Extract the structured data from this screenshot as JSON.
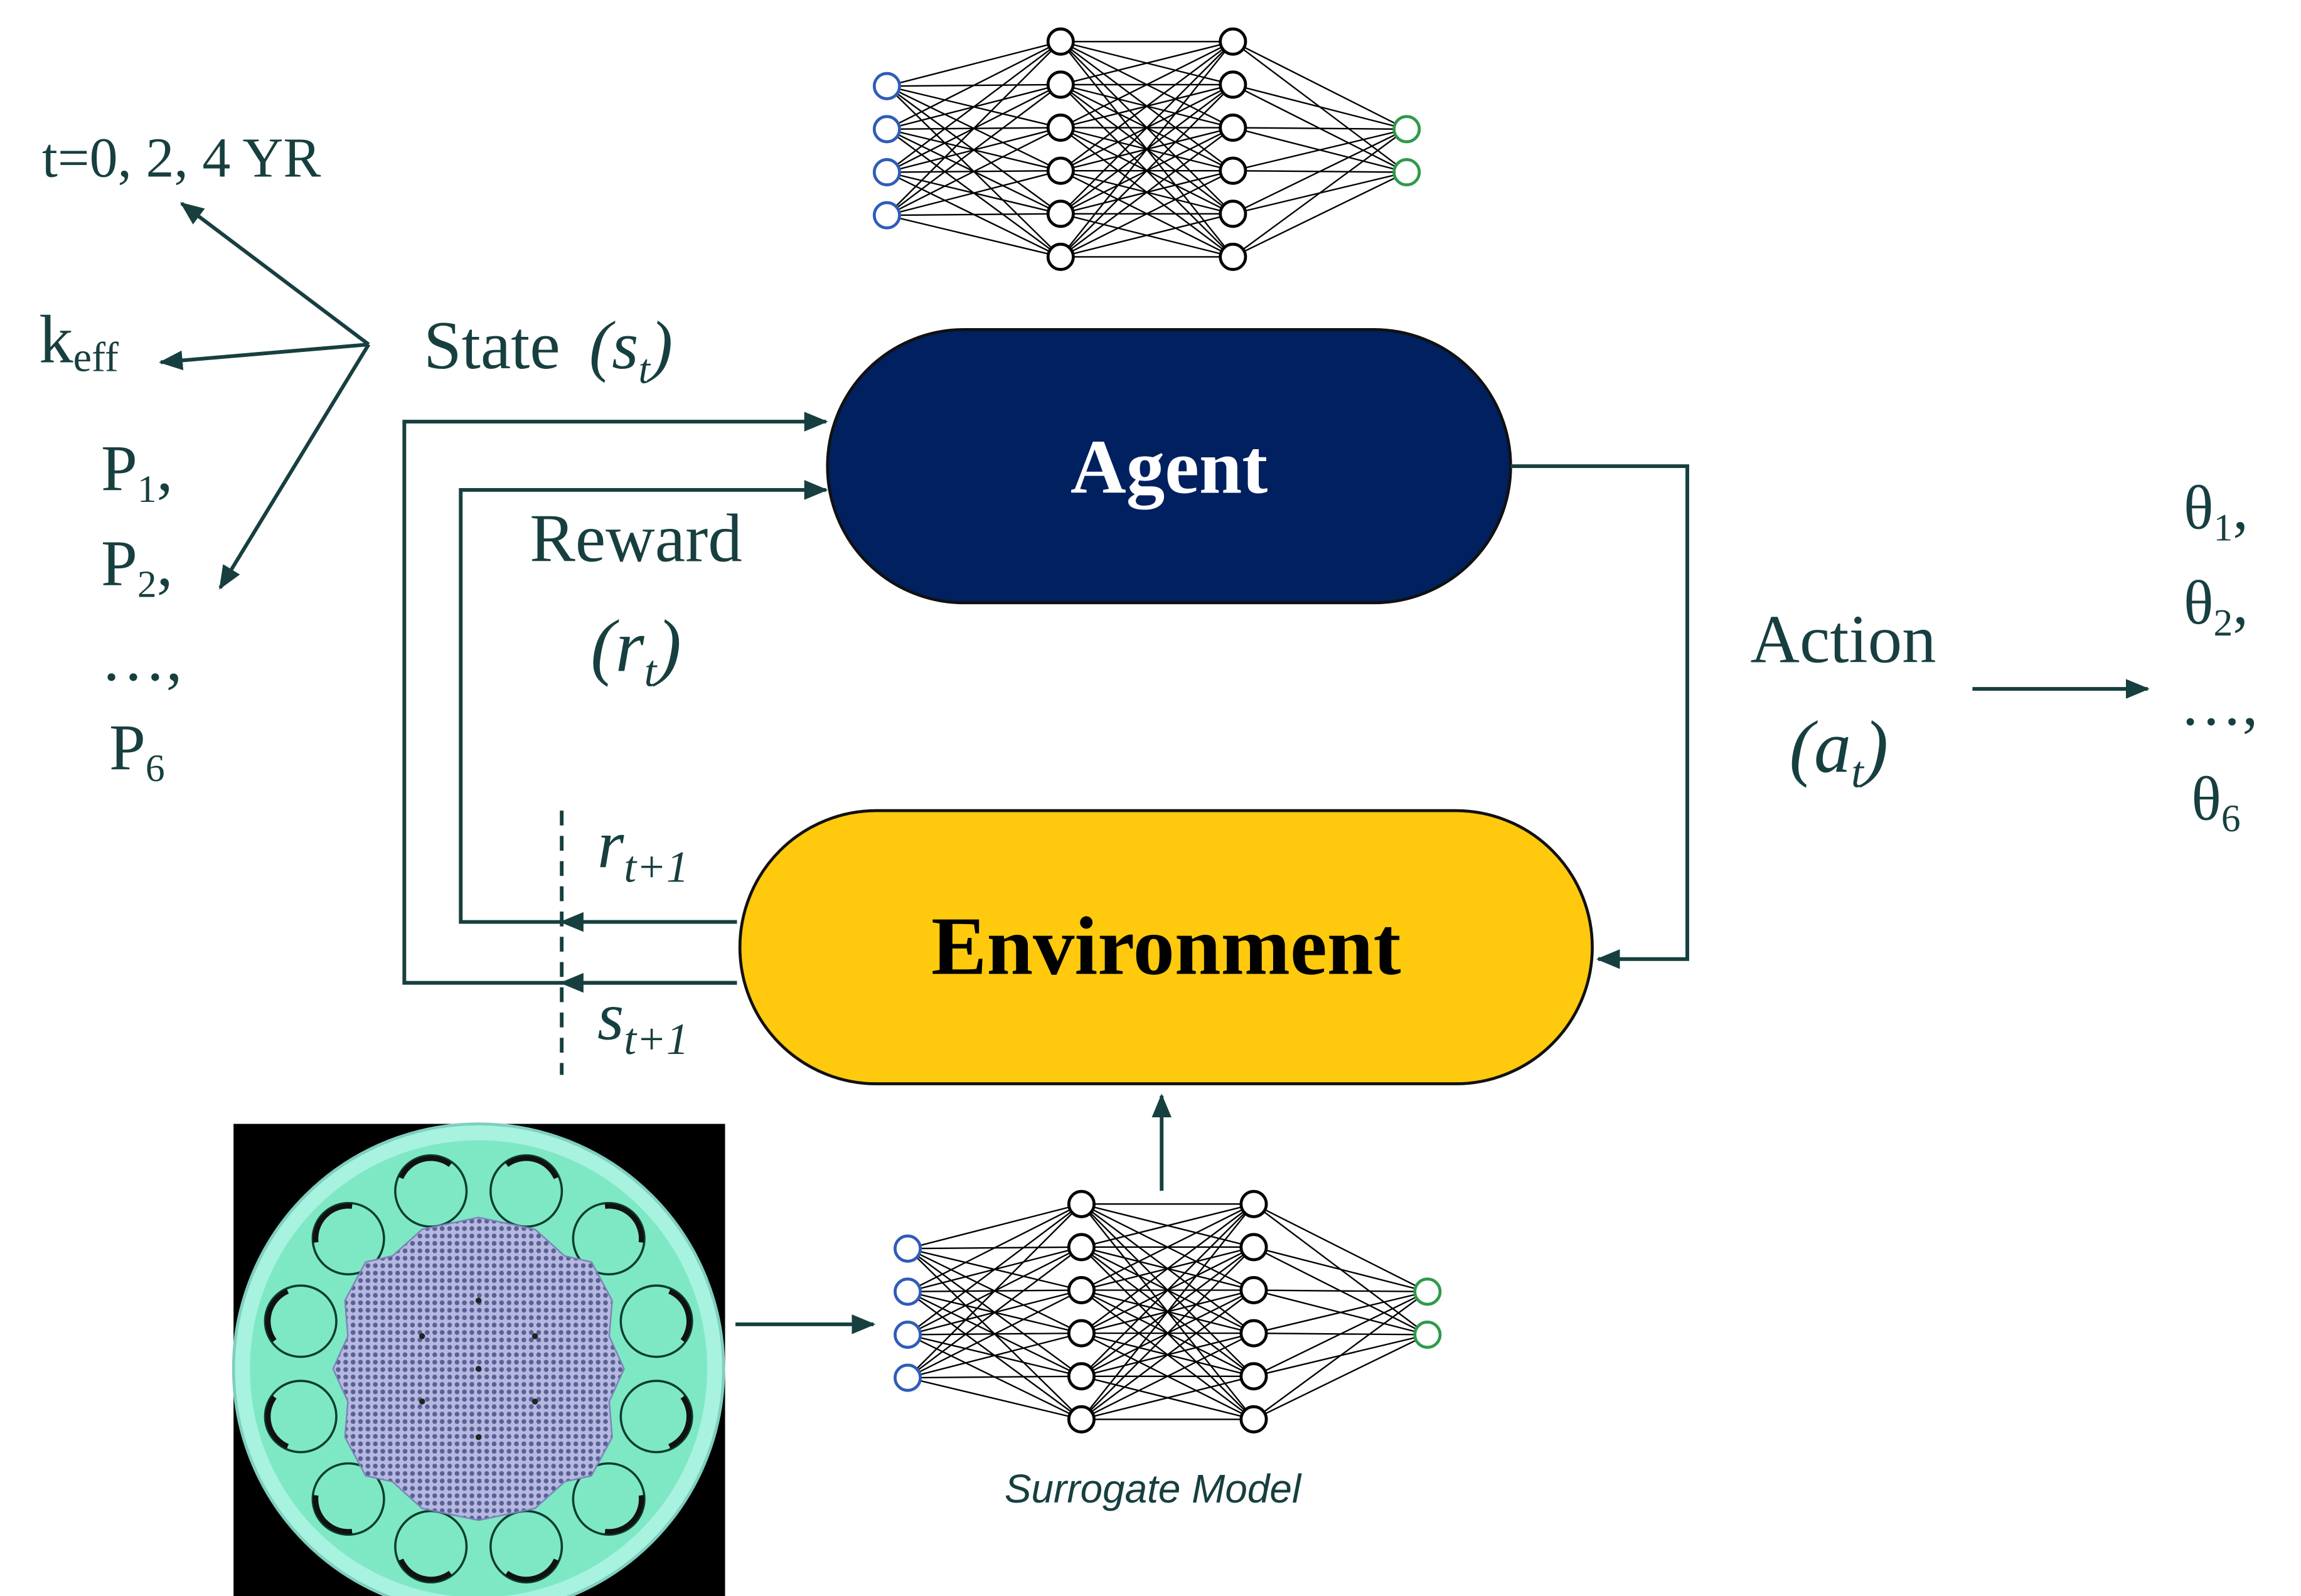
{
  "agent": {
    "label": "Agent",
    "fill": "#002060",
    "text_color": "#ffffff"
  },
  "environment": {
    "label": "Environment",
    "fill": "#ffc90e",
    "text_color": "#000000"
  },
  "state": {
    "label": "State",
    "symbol_base": "s",
    "symbol_sub": "t"
  },
  "reward": {
    "label": "Reward",
    "symbol_base": "r",
    "symbol_sub": "t"
  },
  "action": {
    "label": "Action",
    "symbol_base": "a",
    "symbol_sub": "t"
  },
  "next_reward": {
    "base": "r",
    "sub": "t+1"
  },
  "next_state": {
    "base": "s",
    "sub": "t+1"
  },
  "state_components": {
    "time": "t=0, 2, 4 YR",
    "keff_base": "k",
    "keff_sub": "eff",
    "powers": [
      {
        "base": "P",
        "sub": "1",
        "suffix": ","
      },
      {
        "base": "P",
        "sub": "2",
        "suffix": ","
      },
      {
        "base": "…,",
        "sub": "",
        "suffix": ""
      },
      {
        "base": "P",
        "sub": "6",
        "suffix": ""
      }
    ]
  },
  "action_components": [
    {
      "base": "θ",
      "sub": "1",
      "suffix": ","
    },
    {
      "base": "θ",
      "sub": "2",
      "suffix": ","
    },
    {
      "base": "…,",
      "sub": "",
      "suffix": ""
    },
    {
      "base": "θ",
      "sub": "6",
      "suffix": ""
    }
  ],
  "surrogate": {
    "caption": "Surrogate Model"
  },
  "colors": {
    "text": "#173f3f",
    "input_node": "#2e5cb8",
    "output_node": "#2e9a4a",
    "core_ring": "#a8f2e0",
    "core_body": "#7ee8c4",
    "core_fuel": "#9a9fd0"
  }
}
